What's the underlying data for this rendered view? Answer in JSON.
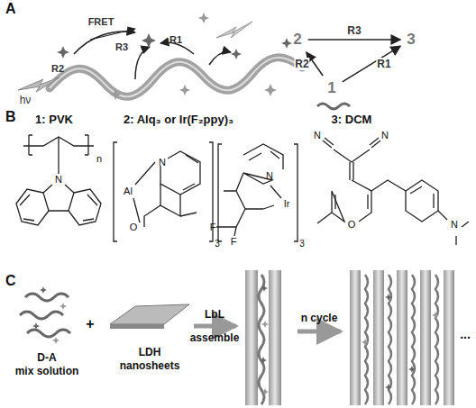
{
  "diagram": {
    "nodes": [
      {
        "text": [
          "2"
        ]
      },
      {
        "text": [
          "3"
        ]
      },
      {
        "text": [
          "1"
        ]
      }
    ],
    "edges": [
      {
        "from": 0,
        "to": 1,
        "label": "R3",
        "arrow": "to"
      },
      {
        "from": 2,
        "to": 0,
        "label": "R2",
        "arrow": "to"
      },
      {
        "from": 2,
        "to": 1,
        "label": "R1",
        "arrow": "to"
      }
    ],
    "labels": [
      "A",
      "hν",
      "R2",
      "FRET",
      "R3",
      "R1",
      "B",
      "1: PVK",
      "2: Alq₃ or Ir(F₂ppy)₃",
      "3: DCM",
      "n",
      "N",
      "Al",
      "N",
      "O",
      "3",
      "N",
      "Ir",
      "F",
      "F",
      "3",
      "N",
      "N",
      "O",
      "N",
      "C",
      "D-A",
      "mix solution",
      "+",
      "LDH",
      "nanosheets",
      "LbL",
      "assemble",
      "n cycle",
      "..."
    ]
  }
}
